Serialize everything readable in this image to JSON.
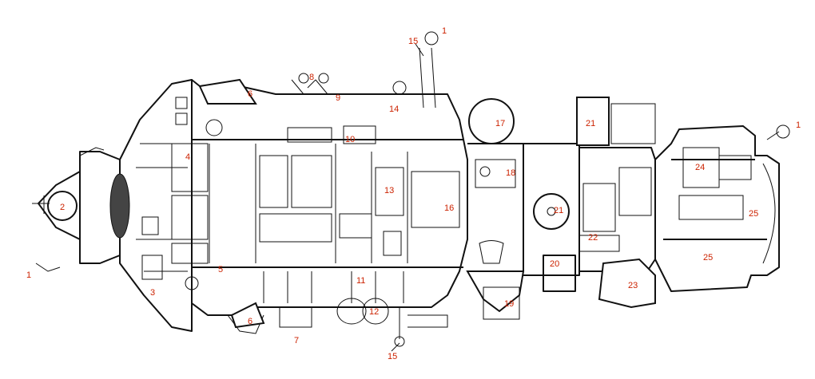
{
  "diagram": {
    "callouts": [
      {
        "id": "c1a",
        "text": "1"
      },
      {
        "id": "c1b",
        "text": "1"
      },
      {
        "id": "c1c",
        "text": "1"
      },
      {
        "id": "c2",
        "text": "2"
      },
      {
        "id": "c3",
        "text": "3"
      },
      {
        "id": "c4",
        "text": "4"
      },
      {
        "id": "c5",
        "text": "5"
      },
      {
        "id": "c6a",
        "text": "6"
      },
      {
        "id": "c6b",
        "text": "6"
      },
      {
        "id": "c7",
        "text": "7"
      },
      {
        "id": "c8",
        "text": "8"
      },
      {
        "id": "c9",
        "text": "9"
      },
      {
        "id": "c10",
        "text": "10"
      },
      {
        "id": "c11",
        "text": "11"
      },
      {
        "id": "c12",
        "text": "12"
      },
      {
        "id": "c13",
        "text": "13"
      },
      {
        "id": "c14",
        "text": "14"
      },
      {
        "id": "c15a",
        "text": "15"
      },
      {
        "id": "c15b",
        "text": "15"
      },
      {
        "id": "c16",
        "text": "16"
      },
      {
        "id": "c17",
        "text": "17"
      },
      {
        "id": "c18",
        "text": "18"
      },
      {
        "id": "c19",
        "text": "19"
      },
      {
        "id": "c20",
        "text": "20"
      },
      {
        "id": "c21a",
        "text": "21"
      },
      {
        "id": "c21b",
        "text": "21"
      },
      {
        "id": "c22",
        "text": "22"
      },
      {
        "id": "c23",
        "text": "23"
      },
      {
        "id": "c24",
        "text": "24"
      },
      {
        "id": "c25a",
        "text": "25"
      },
      {
        "id": "c25b",
        "text": "25"
      }
    ]
  }
}
